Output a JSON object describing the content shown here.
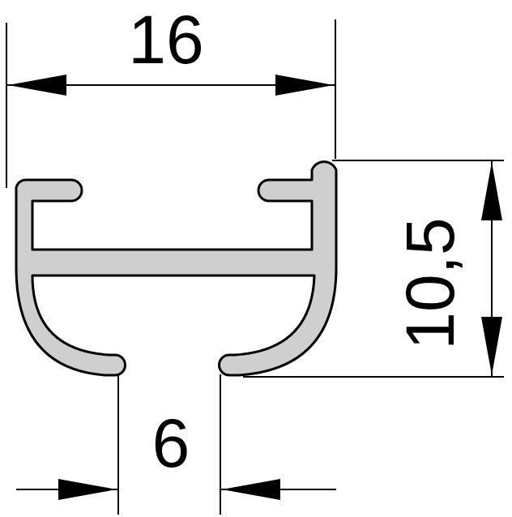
{
  "dimensions": {
    "overall_width": "16",
    "overall_height": "10,5",
    "slot_width": "6"
  },
  "colors": {
    "profile_fill": "#cfcfcf",
    "line": "#000000",
    "background": "#ffffff"
  }
}
